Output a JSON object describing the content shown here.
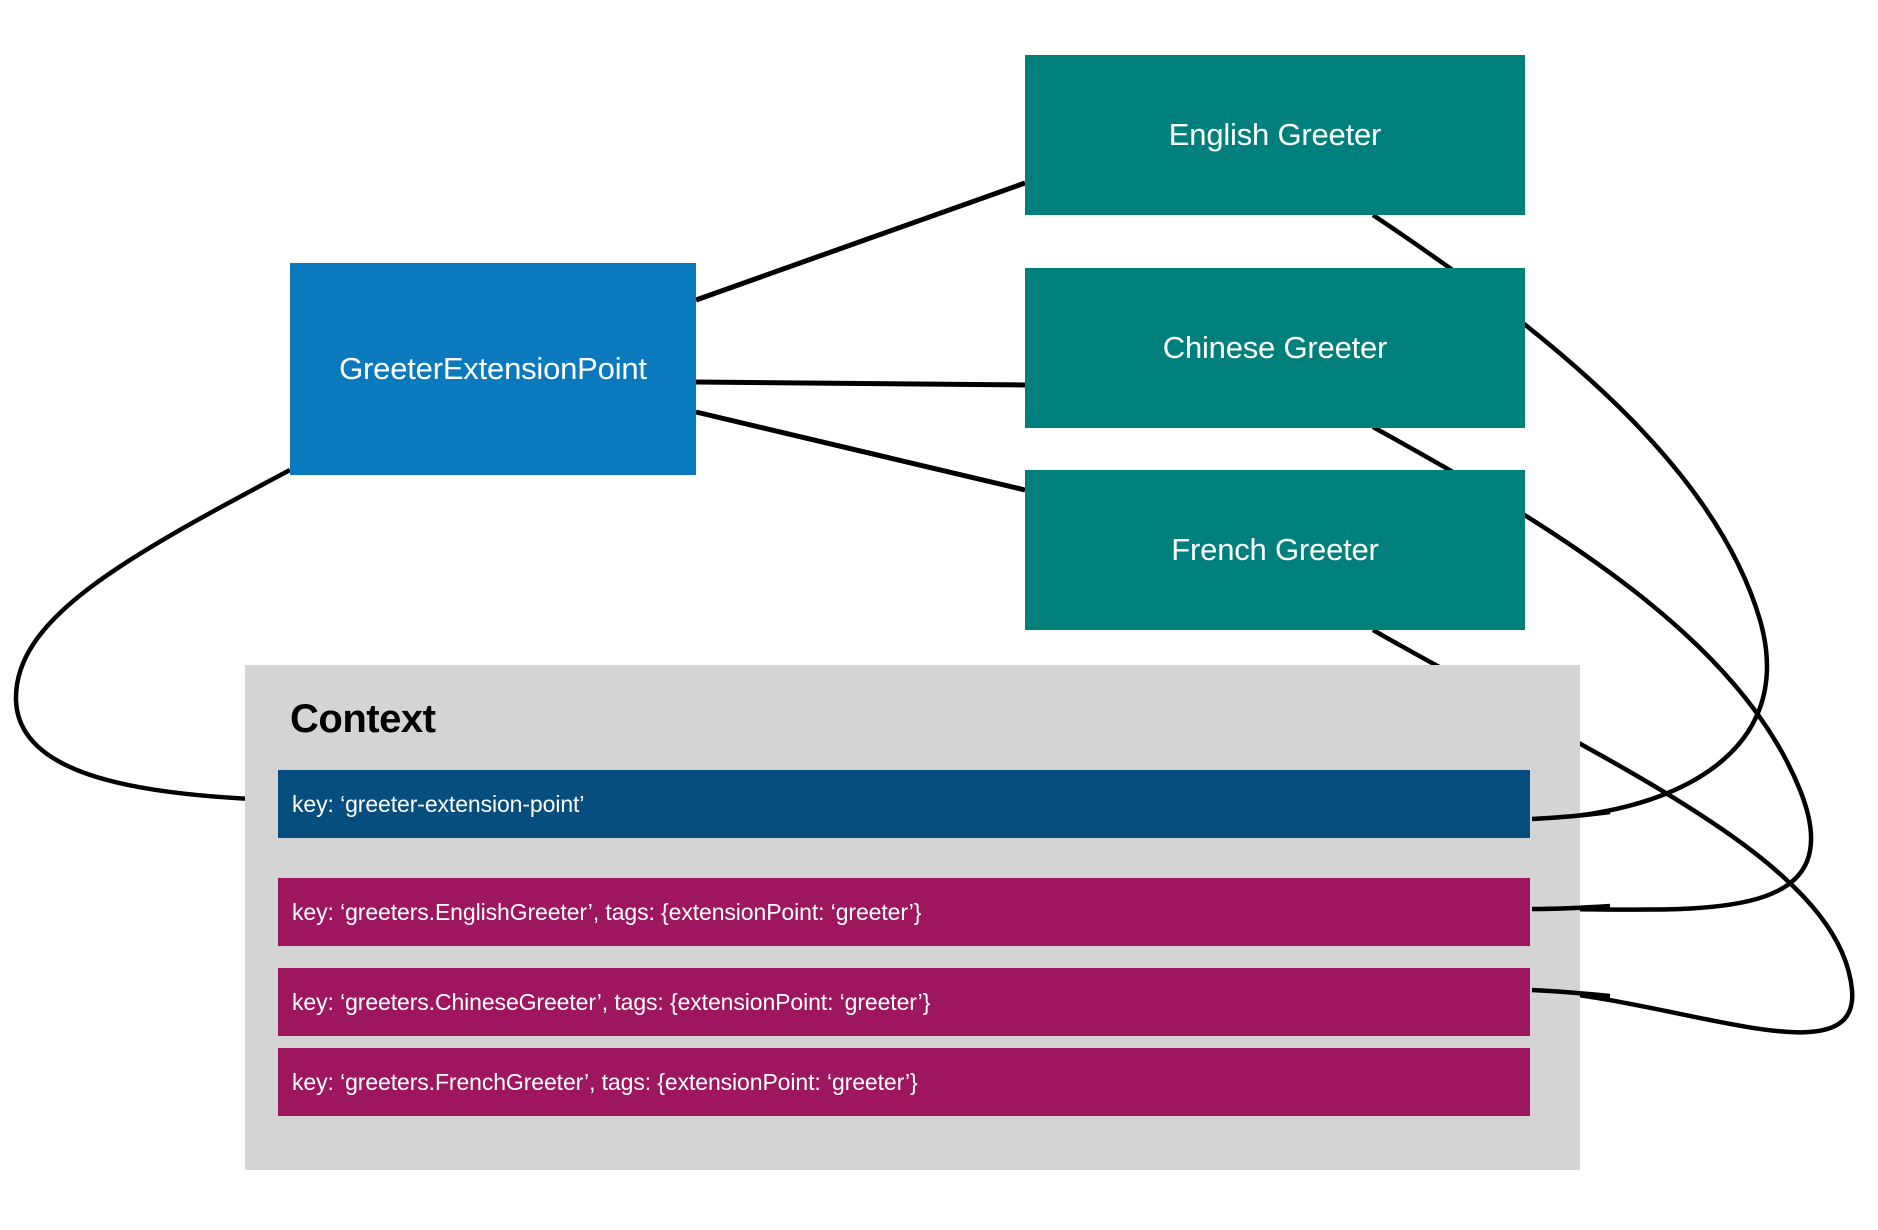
{
  "diagram": {
    "extension_point": {
      "label": "GreeterExtensionPoint",
      "color": "#0B79BE"
    },
    "greeters": [
      {
        "label": "English Greeter",
        "color": "#00807D"
      },
      {
        "label": "Chinese Greeter",
        "color": "#00807D"
      },
      {
        "label": "French Greeter",
        "color": "#00807D"
      }
    ],
    "context": {
      "title": "Context",
      "panel_color": "#d4d4d4",
      "rows": [
        {
          "text": "key: ‘greeter-extension-point’",
          "color": "#064E7E",
          "kind": "extension-point"
        },
        {
          "text": "key: ‘greeters.EnglishGreeter’, tags: {extensionPoint: ‘greeter’}",
          "color": "#9E175E",
          "kind": "instance"
        },
        {
          "text": "key: ‘greeters.ChineseGreeter’, tags: {extensionPoint: ‘greeter’}",
          "color": "#9E175E",
          "kind": "instance"
        },
        {
          "text": "key: ‘greeters.FrenchGreeter’, tags: {extensionPoint: ‘greeter’}",
          "color": "#9E175E",
          "kind": "instance"
        }
      ]
    },
    "connector_color": "#000000"
  }
}
